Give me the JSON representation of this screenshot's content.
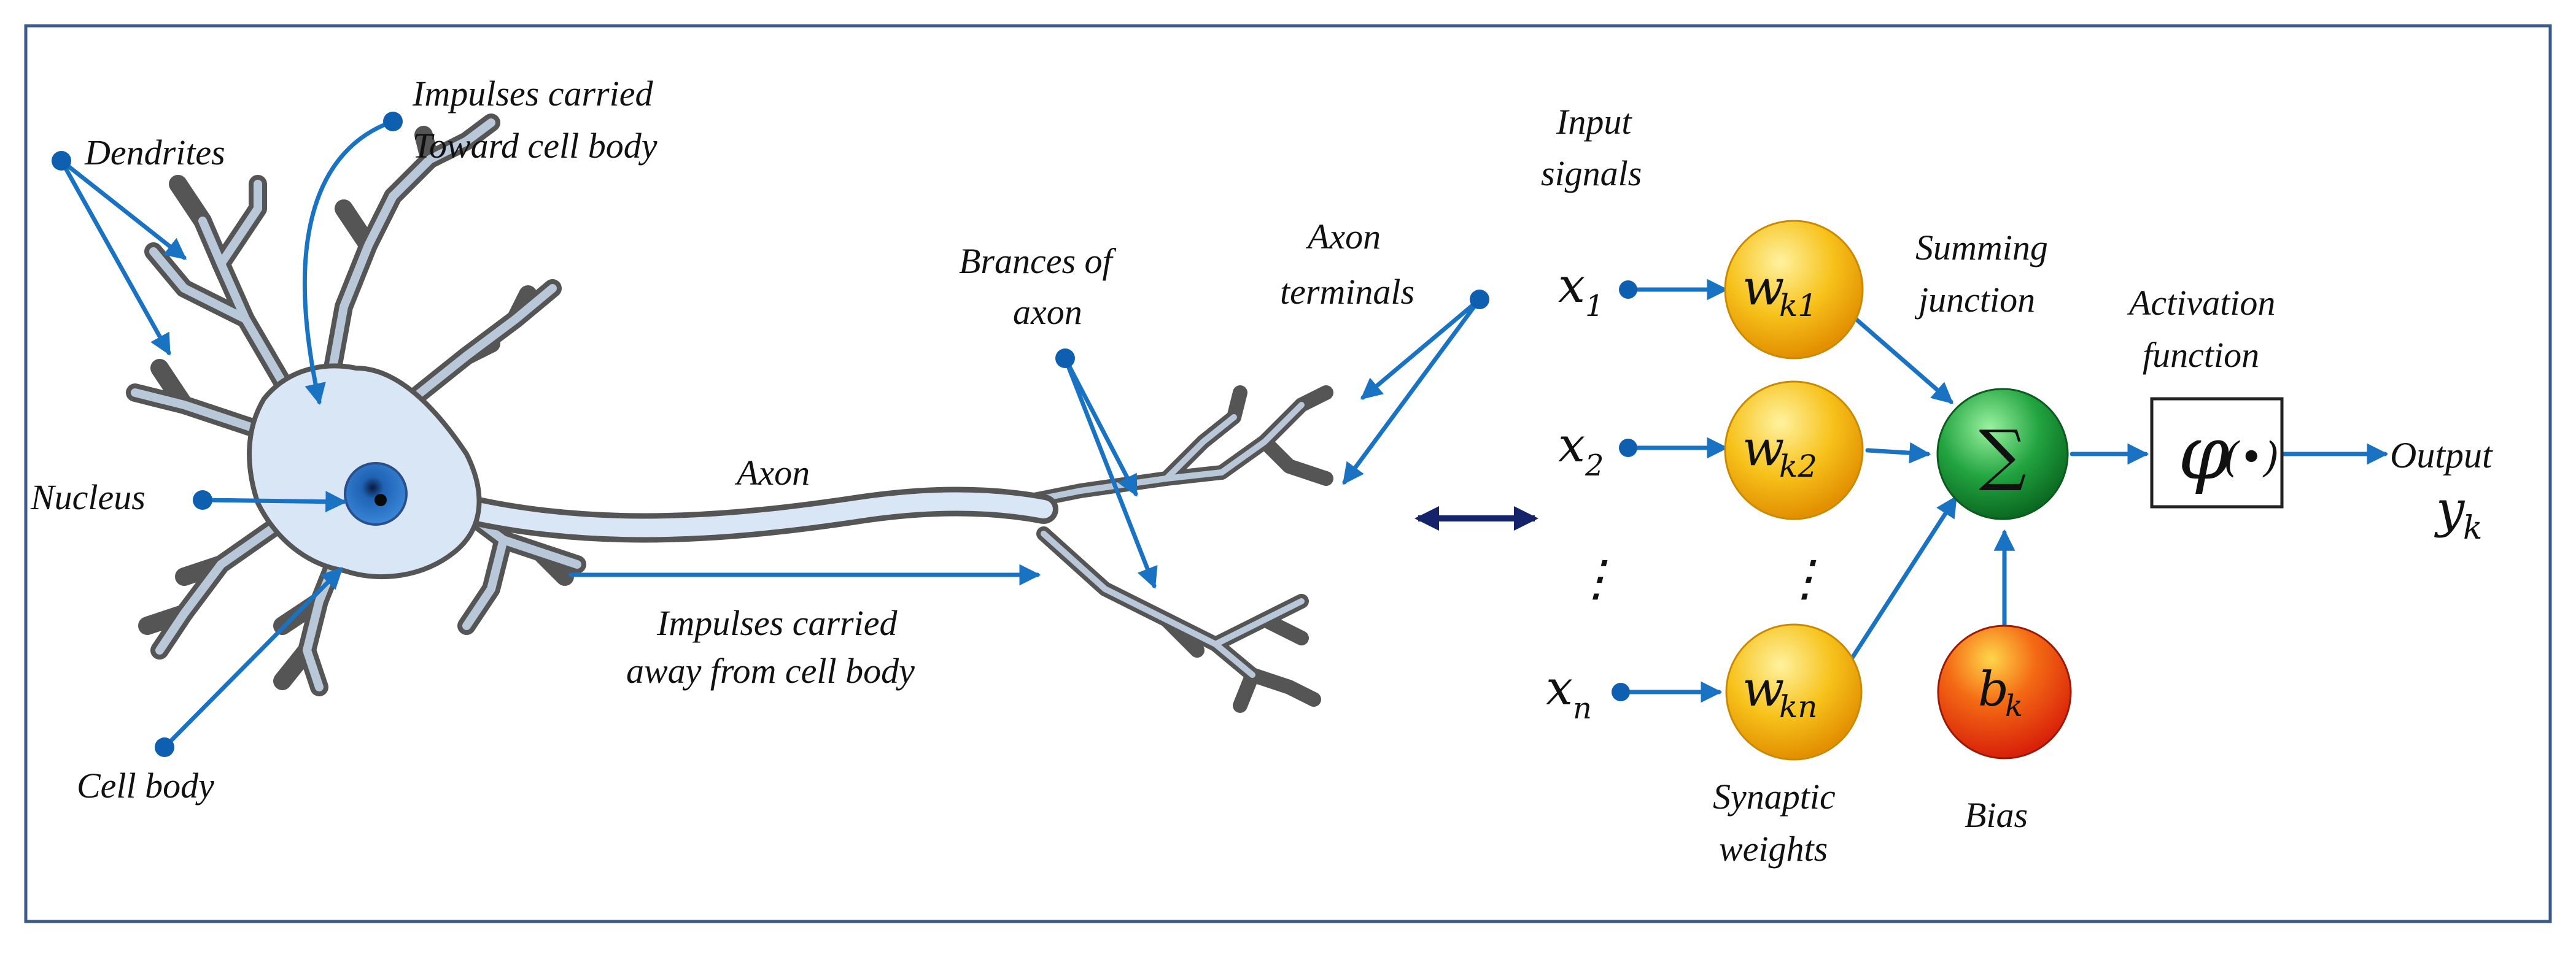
{
  "colors": {
    "frame": "#3a5a8c",
    "arrow": "#1a73c2",
    "dot": "#0f5fb0",
    "double_arrow": "#15236b",
    "neuron_fill": "#d8e6f5",
    "neuron_edge": "#4a4a4a",
    "nucleus": "#1f63b4",
    "weight_node": "#f5b800",
    "sum_node": "#1e9a3a",
    "bias_node": "#e53010"
  },
  "neuron": {
    "dendrites": "Dendrites",
    "impulses_toward_1": "Impulses carried",
    "impulses_toward_2": "Toward cell body",
    "nucleus": "Nucleus",
    "cell_body": "Cell body",
    "axon": "Axon",
    "impulses_away_1": "Impulses carried",
    "impulses_away_2": "away from cell body",
    "branches_1": "Brances of",
    "branches_2": "axon",
    "terminals_1": "Axon",
    "terminals_2": "terminals"
  },
  "model": {
    "input_signals_1": "Input",
    "input_signals_2": "signals",
    "inputs": [
      {
        "base": "x",
        "sub": "1"
      },
      {
        "base": "x",
        "sub": "2"
      },
      {
        "base": "x",
        "sub": "n"
      }
    ],
    "weights": [
      {
        "base": "w",
        "sub": "k1"
      },
      {
        "base": "w",
        "sub": "k2"
      },
      {
        "base": "w",
        "sub": "kn"
      }
    ],
    "ellipsis": "⋮",
    "summing_1": "Summing",
    "summing_2": "junction",
    "sum_symbol": "∑",
    "activation_1": "Activation",
    "activation_2": "function",
    "phi": "φ",
    "phi_arg": "(•)",
    "output": "Output",
    "output_var": {
      "base": "y",
      "sub": "k"
    },
    "bias_var": {
      "base": "b",
      "sub": "k"
    },
    "bias_label": "Bias",
    "synaptic_1": "Synaptic",
    "synaptic_2": "weights"
  }
}
